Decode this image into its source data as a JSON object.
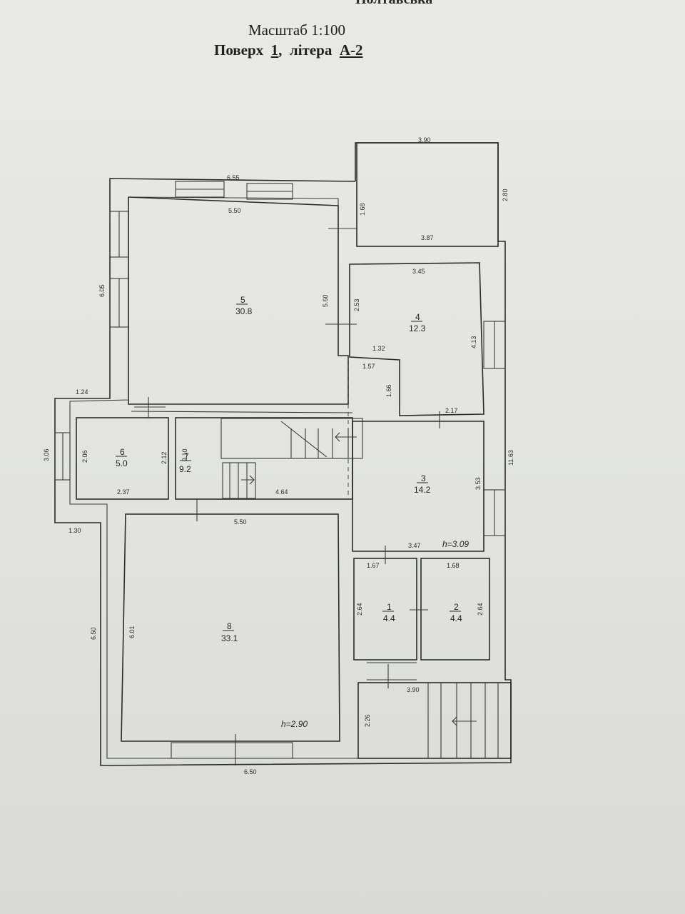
{
  "header": {
    "cut_text": "Полтавська",
    "scale_label": "Масштаб 1:100",
    "floor_word": "Поверх",
    "floor_number": "1",
    "litera_word": "літера",
    "litera_value": "А-2"
  },
  "rooms": [
    {
      "number": "1",
      "area": "4.4"
    },
    {
      "number": "2",
      "area": "4.4"
    },
    {
      "number": "3",
      "area": "14.2"
    },
    {
      "number": "4",
      "area": "12.3"
    },
    {
      "number": "5",
      "area": "30.8"
    },
    {
      "number": "6",
      "area": "5.0"
    },
    {
      "number": "7",
      "area": "9.2"
    },
    {
      "number": "8",
      "area": "33.1"
    }
  ],
  "heights": [
    "h=3.09",
    "h=2.90"
  ],
  "dimensions": [
    "6.55",
    "5.50",
    "3.90",
    "2.80",
    "1.68",
    "3.87",
    "3.45",
    "2.53",
    "5.60",
    "6.05",
    "4.13",
    "1.32",
    "1.57",
    "1.66",
    "2.17",
    "1.24",
    "3.06",
    "2.06",
    "2.12",
    "2.10",
    "2.37",
    "4.64",
    "3.53",
    "11.63",
    "1.30",
    "5.50",
    "3.47",
    "1.67",
    "1.68",
    "2.64",
    "2.64",
    "6.50",
    "6.01",
    "3.90",
    "2.26",
    "6.50"
  ]
}
